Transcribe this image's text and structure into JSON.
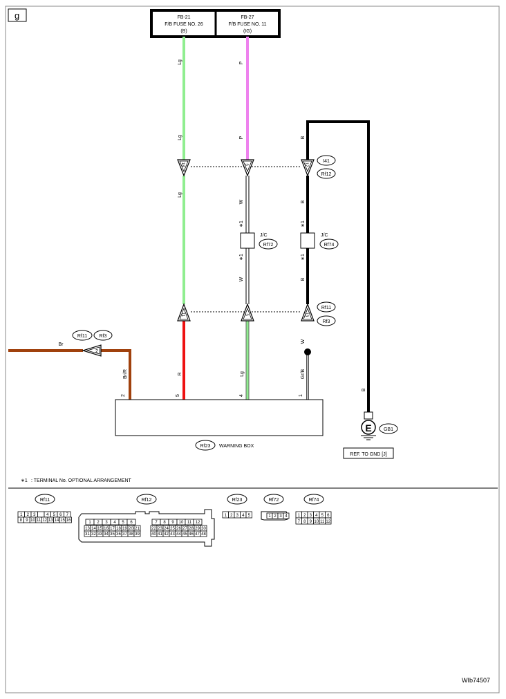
{
  "page": {
    "tag": "g",
    "ref_code": "WIb74507"
  },
  "fuses": [
    {
      "id": "FB-21",
      "line1": "FB-21",
      "line2": "F/B FUSE NO. 26",
      "line3": "(B)"
    },
    {
      "id": "FB-27",
      "line1": "FB-27",
      "line2": "F/B FUSE NO. 11",
      "line3": "(IG)"
    }
  ],
  "wire_labels": {
    "lg_a": "Lg",
    "lg_b": "Lg",
    "lg_c": "Lg",
    "p_a": "P",
    "p_b": "P",
    "b_a": "B",
    "b_b": "B",
    "b_c": "B",
    "b_d": "B",
    "w_a": "W",
    "w_b": "W",
    "w_c": "W",
    "br": "Br",
    "brr": "Br/R",
    "r": "R",
    "lg_d": "Lg",
    "grb": "Gr/B",
    "star1_a": "∗1",
    "star1_b": "∗1",
    "star1_c": "∗1",
    "star1_d": "∗1"
  },
  "connector_pins": {
    "top_row": [
      "18",
      "3",
      "12"
    ],
    "bottom_row": [
      "11",
      "3",
      "13"
    ],
    "left": "2"
  },
  "connector_tags": {
    "i41": "I41",
    "rf12": "Rf12",
    "rf11": "Rf11",
    "rf3": "Rf3",
    "rf11_left": "Rf11",
    "rf3_left": "Rf3",
    "rf72": "Rf72",
    "rf74": "Rf74",
    "rf23": "Rf23",
    "gb1": "GB1"
  },
  "jc": {
    "label_a": "J/C",
    "label_b": "J/C"
  },
  "warning_box": {
    "name": "WARNING BOX",
    "pins": [
      "2",
      "5",
      "4",
      "1"
    ]
  },
  "ground": {
    "symbol": "E",
    "ref": "REF. TO GND [J]"
  },
  "note": {
    "star": "∗1",
    "text": ": TERMINAL No. OPTIONAL ARRANGEMENT"
  },
  "colors": {
    "lg": "#90EE90",
    "p": "#EE82EE",
    "b": "#000000",
    "w": "#ffffff",
    "br": "#A0410D",
    "r": "#EE1111",
    "grb": "#999999"
  },
  "legend": {
    "rf11": {
      "title": "Rf11",
      "row1": [
        "1",
        "2",
        "3",
        "",
        "4",
        "5",
        "6",
        "7"
      ],
      "row2": [
        "8",
        "9",
        "10",
        "11",
        "12",
        "13",
        "14",
        "15",
        "16"
      ]
    },
    "rf12": {
      "title": "Rf12",
      "left_r1": [
        "1",
        "2",
        "3",
        "4",
        "5",
        "6"
      ],
      "left_r2": [
        "13",
        "14",
        "15",
        "16",
        "17",
        "18",
        "19",
        "20",
        "21"
      ],
      "left_r3": [
        "31",
        "32",
        "33",
        "34",
        "35",
        "36",
        "37",
        "38",
        "39"
      ],
      "right_r1": [
        "7",
        "8",
        "9",
        "10",
        "11",
        "12"
      ],
      "right_r2": [
        "22",
        "23",
        "24",
        "25",
        "26",
        "27",
        "28",
        "29",
        "30"
      ],
      "right_r3": [
        "40",
        "41",
        "42",
        "43",
        "44",
        "45",
        "46",
        "47",
        "48"
      ]
    },
    "rf23": {
      "title": "Rf23",
      "row1": [
        "1",
        "2",
        "3",
        "4",
        "5"
      ]
    },
    "rf72": {
      "title": "Rf72",
      "row1": [
        "1",
        "2",
        "3",
        "4"
      ]
    },
    "rf74": {
      "title": "Rf74",
      "row1": [
        "1",
        "2",
        "3",
        "4",
        "5",
        "6"
      ],
      "row2": [
        "7",
        "8",
        "9",
        "10",
        "11",
        "12"
      ]
    }
  }
}
